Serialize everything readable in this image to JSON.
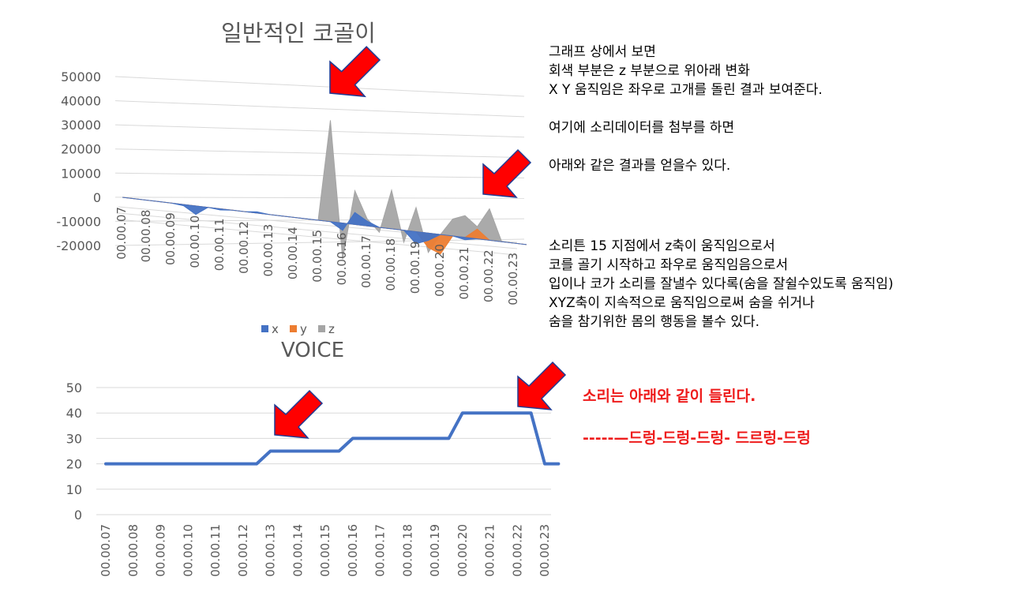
{
  "charts": [
    {
      "type": "area",
      "title": "일반적인 코골이",
      "categories": [
        "00.00.07",
        "00.00.08",
        "00.00.09",
        "00.00.10",
        "00.00.11",
        "00.00.12",
        "00.00.13",
        "00.00.14",
        "00.00.15",
        "00.00.16",
        "00.00.17",
        "00.00.18",
        "00.00.19",
        "00.00.20",
        "00.00.21",
        "00.00.22",
        "00.00.23"
      ],
      "y_ticks": [
        "50000",
        "40000",
        "30000",
        "20000",
        "10000",
        "0",
        "-10000",
        "-20000"
      ],
      "ylim": [
        -20000,
        50000
      ],
      "view": "3d-perspective",
      "series": [
        {
          "name": "x",
          "color": "#4472c4",
          "x": [
            0,
            0.5,
            1,
            1.5,
            2,
            2.5,
            3,
            3.5,
            4,
            4.5,
            5,
            5.5,
            6,
            6.5,
            7,
            7.5,
            8,
            8.5,
            9,
            9.5,
            10,
            10.5,
            11,
            11.5,
            12,
            12.5,
            13,
            13.5,
            14,
            14.5,
            15,
            15.5,
            16,
            16.5
          ],
          "values": [
            0,
            0,
            0,
            0,
            0,
            -500,
            -3500,
            0,
            -500,
            0,
            0,
            500,
            0,
            0,
            0,
            0,
            0,
            0,
            -3000,
            5000,
            2000,
            0,
            0,
            0,
            -5000,
            -3000,
            0,
            0,
            -1000,
            0,
            0,
            0,
            0,
            0
          ]
        },
        {
          "name": "y",
          "color": "#ed7d31",
          "x": [
            0,
            0.5,
            1,
            1.5,
            2,
            2.5,
            3,
            3.5,
            4,
            4.5,
            5,
            5.5,
            6,
            6.5,
            7,
            7.5,
            8,
            8.5,
            9,
            9.5,
            10,
            10.5,
            11,
            11.5,
            12,
            12.5,
            13,
            13.5,
            14,
            14.5,
            15,
            15.5,
            16,
            16.5
          ],
          "values": [
            0,
            0,
            0,
            0,
            0,
            0,
            0,
            0,
            0,
            0,
            0,
            0,
            0,
            0,
            0,
            0,
            0,
            0,
            0,
            0,
            0,
            0,
            0,
            0,
            0,
            -6000,
            -8000,
            0,
            0,
            4000,
            0,
            0,
            0,
            0
          ]
        },
        {
          "name": "z",
          "color": "#a5a5a5",
          "x": [
            0,
            0.5,
            1,
            1.5,
            2,
            2.5,
            3,
            3.5,
            4,
            4.5,
            5,
            5.5,
            6,
            6.5,
            7,
            7.5,
            8,
            8.5,
            9,
            9.5,
            10,
            10.5,
            11,
            11.5,
            12,
            12.5,
            13,
            13.5,
            14,
            14.5,
            15,
            15.5,
            16,
            16.5
          ],
          "values": [
            0,
            0,
            0,
            0,
            0,
            0,
            0,
            0,
            0,
            0,
            0,
            0,
            0,
            0,
            0,
            0,
            0,
            42000,
            -15000,
            14000,
            3000,
            -2000,
            16000,
            -5000,
            10000,
            -8000,
            0,
            7000,
            9000,
            5000,
            13000,
            0,
            0,
            0
          ]
        }
      ],
      "legend": "bottom"
    },
    {
      "type": "line",
      "title": "VOICE",
      "categories": [
        "00.00.07",
        "00.00.08",
        "00.00.09",
        "00.00.10",
        "00.00.11",
        "00.00.12",
        "00.00.13",
        "00.00.14",
        "00.00.15",
        "00.00.16",
        "00.00.17",
        "00.00.18",
        "00.00.19",
        "00.00.20",
        "00.00.21",
        "00.00.22",
        "00.00.23"
      ],
      "y_ticks": [
        "50",
        "40",
        "30",
        "20",
        "10",
        "0"
      ],
      "ylim": [
        0,
        50
      ],
      "series": [
        {
          "color": "#4472c4",
          "x": [
            0,
            5.5,
            6,
            8.5,
            9,
            12.5,
            13,
            15.5,
            16,
            16.5
          ],
          "values": [
            20,
            20,
            25,
            25,
            30,
            30,
            40,
            40,
            20,
            20
          ]
        }
      ],
      "legend": "none"
    }
  ],
  "text_block_1": [
    "그래프 상에서 보면",
    "회색 부분은 z 부분으로 위아래 변화",
    "X Y 움직임은 좌우로 고개를 돌린 결과 보여준다.",
    "",
    "여기에 소리데이터를 첨부를 하면",
    "",
    "아래와 같은 결과를 얻을수 있다."
  ],
  "text_block_2": [
    "소리튼 15 지점에서 z축이 움직임으로서",
    "코를 골기 시작하고 좌우로 움직임음으로서",
    "입이나 코가 소리를 잘낼수 있다록(숨을 잘쉴수있도록 움직임)",
    "XYZ축이 지속적으로 움직임으로써 숨을 쉬거나",
    "숨을 참기위한 몸의 행동을 볼수 있다."
  ],
  "red_line_1": "소리는 아래와 같이 들린다.",
  "red_line_2": "-----—드렁-드렁-드렁- 드르렁-드렁",
  "arrow_color": "#ff0000",
  "arrow_outline": "#1f3a93"
}
